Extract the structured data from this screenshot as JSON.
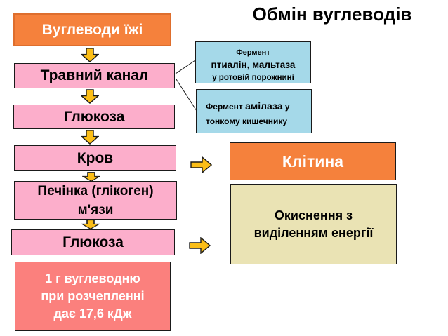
{
  "title": "Обмін вуглеводів",
  "flow_boxes": {
    "food": "Вуглеводи їжі",
    "digestive_tract": "Травний канал",
    "glucose_1": "Глюкоза",
    "blood": "Кров",
    "liver_glycogen": "Печінка (глікоген)\nм'язи",
    "glucose_2": "Глюкоза",
    "energy_note": "1 г вуглеводню\nпри розчепленні\nдає 17,6 кДж"
  },
  "enzyme_callouts": {
    "oral_cavity": {
      "line1": "Фермент",
      "line2": "птиалін, мальтаза",
      "line3": "у ротовій порожнині"
    },
    "small_intestine": {
      "prefix": "Фермент ",
      "enzyme": "амілаза",
      "suffix": " у\nтонкому кишечнику"
    }
  },
  "right_column": {
    "cell": "Клітина",
    "oxidation": "Окиснення з\nвиділенням енергії"
  },
  "colors": {
    "orange_box": "#f5813c",
    "orange_box_border": "#de6e2d",
    "pink_box": "#fcaecb",
    "blue_callout": "#a5d9e9",
    "beige_box": "#eae3b4",
    "salmon_box": "#fb807d",
    "arrow_fill": "#fbbe18",
    "outline": "#1a1a1a"
  },
  "icons": {
    "down_arrow": "block-arrow-down",
    "right_arrow": "block-arrow-right"
  }
}
